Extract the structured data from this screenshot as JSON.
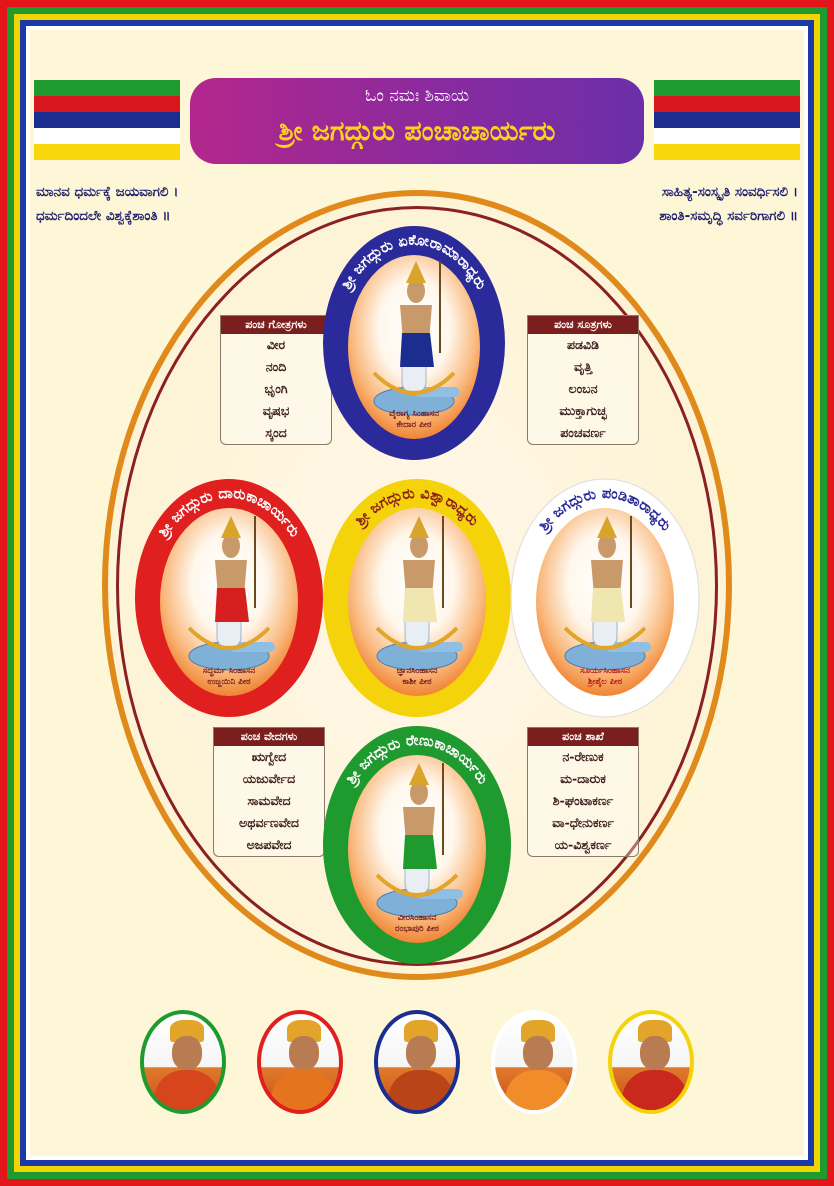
{
  "header": {
    "invocation": "ಓಂ ನಮಃ ಶಿವಾಯ",
    "title": "ಶ್ರೀ ಜಗದ್ಗುರು ಪಂಚಾಚಾರ್ಯರು"
  },
  "slogans": {
    "left_line1": "ಮಾನವ ಧರ್ಮಕ್ಕೆ ಜಯವಾಗಲಿ ।",
    "left_line2": "ಧರ್ಮದಿಂದಲೇ ವಿಶ್ವಕ್ಕೆಶಾಂತಿ ॥",
    "right_line1": "ಸಾಹಿತ್ಯ-ಸಂಸ್ಕೃತಿ ಸಂವರ್ಧಿಸಲಿ ।",
    "right_line2": "ಶಾಂತಿ-ಸಮೃದ್ಧಿ ಸರ್ವರಿಗಾಗಲಿ ॥"
  },
  "medallions": {
    "top": {
      "arc": "ಶ್ರೀ ಜಗದ್ಗುರು ಏಕೋರಾಮಾರಾಧ್ಯರು",
      "seat": "ವೈರಾಗ್ಯ ಸಿಂಹಾಸನ",
      "place": "ಕೇದಾರ ಪೀಠ",
      "color": "#2a2a9a"
    },
    "left": {
      "arc": "ಶ್ರೀ ಜಗದ್ಗುರು ದಾರುಕಾಚಾರ್ಯರು",
      "seat": "ಸದ್ಧರ್ಮ ಸಿಂಹಾಸನ",
      "place": "ಉಜ್ಜಯಿನಿ ಪೀಠ",
      "color": "#e01f1f"
    },
    "center": {
      "arc": "ಶ್ರೀ ಜಗದ್ಗುರು ವಿಶ್ವಾರಾಧ್ಯರು",
      "seat": "ಜ್ಞಾನಸಿಂಹಾಸನ",
      "place": "ಕಾಶೀ ಪೀಠ",
      "color": "#f5d30a"
    },
    "right": {
      "arc": "ಶ್ರೀ ಜಗದ್ಗುರು ಪಂಡಿತಾರಾಧ್ಯರು",
      "seat": "ಸೂರ್ಯಸಿಂಹಾಸನ",
      "place": "ಶ್ರೀಶೈಲ ಪೀಠ",
      "color": "#ffffff"
    },
    "bottom": {
      "arc": "ಶ್ರೀ ಜಗದ್ಗುರು ರೇಣುಕಾಚಾರ್ಯರು",
      "seat": "ವೀರಸಿಂಹಾಸನ",
      "place": "ರಂಭಾಪುರಿ ಪೀಠ",
      "color": "#1f9a2f"
    }
  },
  "boxes": {
    "gotra": {
      "heading": "ಪಂಚ ಗೋತ್ರಗಳು",
      "items": [
        "ವೀರ",
        "ನಂದಿ",
        "ಭೃಂಗಿ",
        "ವೃಷಭ",
        "ಸ್ಕಂದ"
      ]
    },
    "sutra": {
      "heading": "ಪಂಚ ಸೂತ್ರಗಳು",
      "items": [
        "ಪಡವಿಡಿ",
        "ವೃತ್ತಿ",
        "ಲಂಬನ",
        "ಮುಕ್ತಾಗುಚ್ಛ",
        "ಪಂಚವರ್ಣ"
      ]
    },
    "veda": {
      "heading": "ಪಂಚ ವೇದಗಳು",
      "items": [
        "ಋಗ್ವೇದ",
        "ಯಜುರ್ವೇದ",
        "ಸಾಮವೇದ",
        "ಅಥರ್ವಣವೇದ",
        "ಅಜಪವೇದ"
      ]
    },
    "shakhe": {
      "heading": "ಪಂಚ ಶಾಖೆ",
      "items": [
        "ನ-ರೇಣುಕ",
        "ಮ-ದಾರುಕ",
        "ಶಿ-ಘಂಟಾಕರ್ಣ",
        "ವಾ-ಧೇನುಕರ್ಣ",
        "ಯ-ವಿಶ್ವಕರ್ಣ"
      ]
    }
  },
  "portrait_colors": [
    "#1f9a2f",
    "#e01f1f",
    "#1b2d8f",
    "#ffffff",
    "#f5d30a"
  ]
}
